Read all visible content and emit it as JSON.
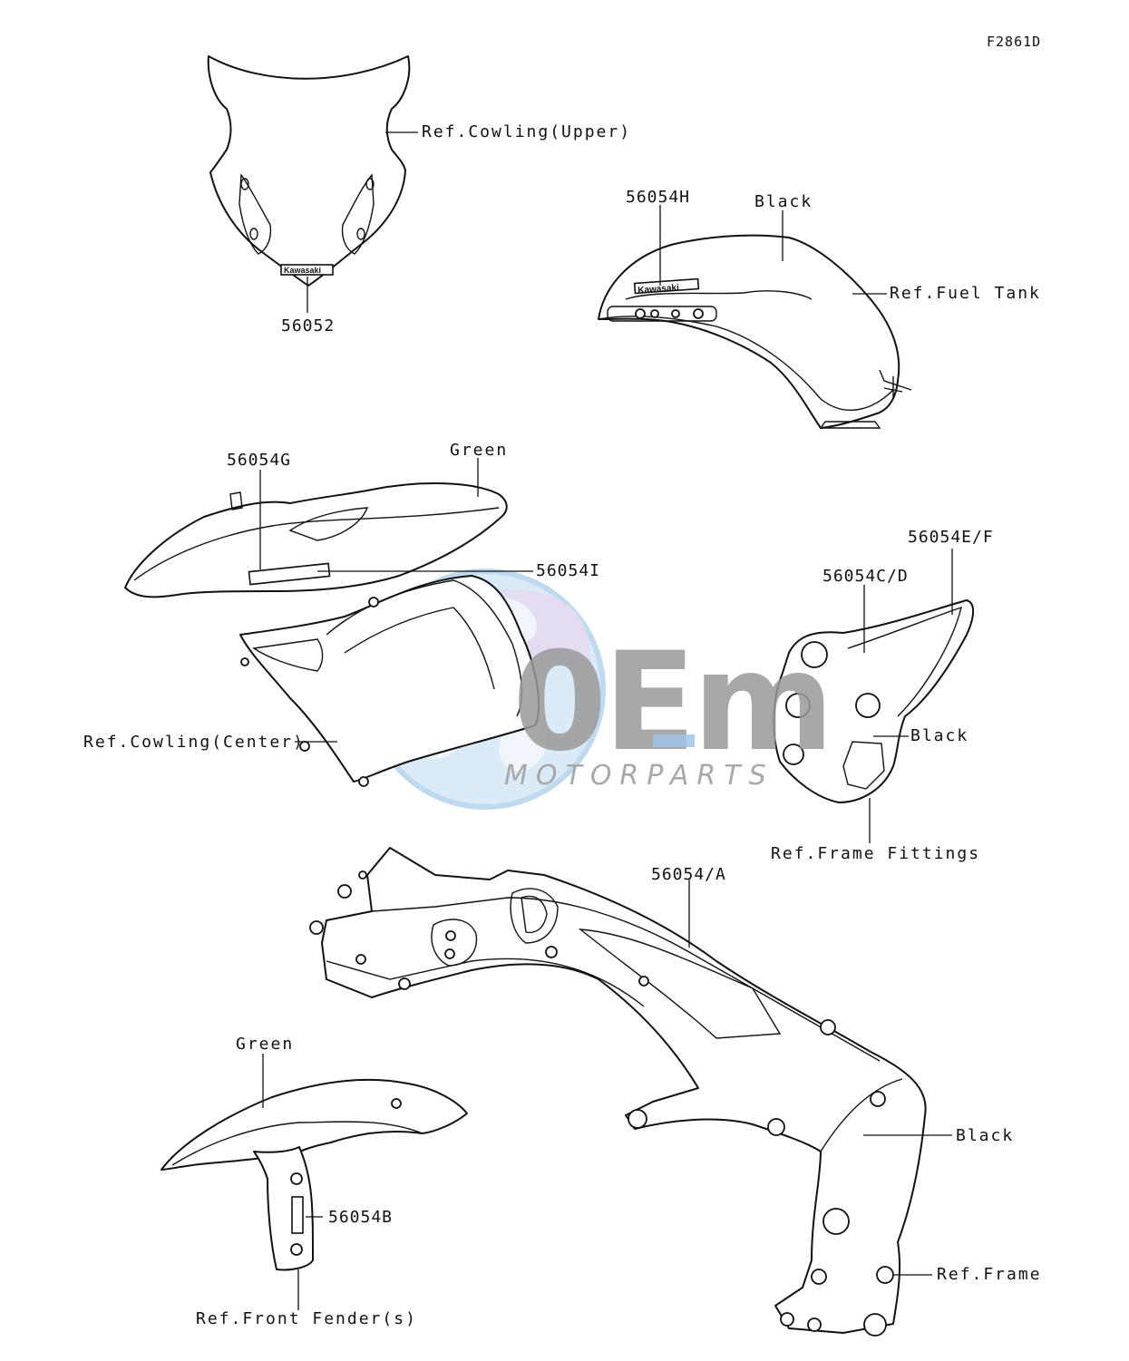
{
  "figure_code": "F2861D",
  "watermark": {
    "logo": "0Em",
    "text": "MOTORPARTS",
    "colors": {
      "globe": "#b9d6ee",
      "globe_band": "#dcd2ee",
      "logo": "#9a9a9a",
      "logo_accent": "#9fc6e8"
    }
  },
  "decals": {
    "upper_cowl": {
      "brand": "Kawasaki"
    },
    "fuel_tank": {
      "brand": "Kawasaki"
    }
  },
  "labels": {
    "ref_cowling_upper": "Ref.Cowling(Upper)",
    "part_56052": "56052",
    "part_56054h": "56054H",
    "black_tank": "Black",
    "ref_fuel_tank": "Ref.Fuel Tank",
    "part_56054g": "56054G",
    "green_cowl": "Green",
    "part_56054i": "56054I",
    "part_56054ef": "56054E/F",
    "part_56054cd": "56054C/D",
    "black_fittings": "Black",
    "ref_cowling_center": "Ref.Cowling(Center)",
    "ref_frame_fittings": "Ref.Frame Fittings",
    "part_56054a": "56054/A",
    "green_fender": "Green",
    "black_frame": "Black",
    "part_56054b": "56054B",
    "ref_frame": "Ref.Frame",
    "ref_front_fender": "Ref.Front Fender(s)"
  }
}
